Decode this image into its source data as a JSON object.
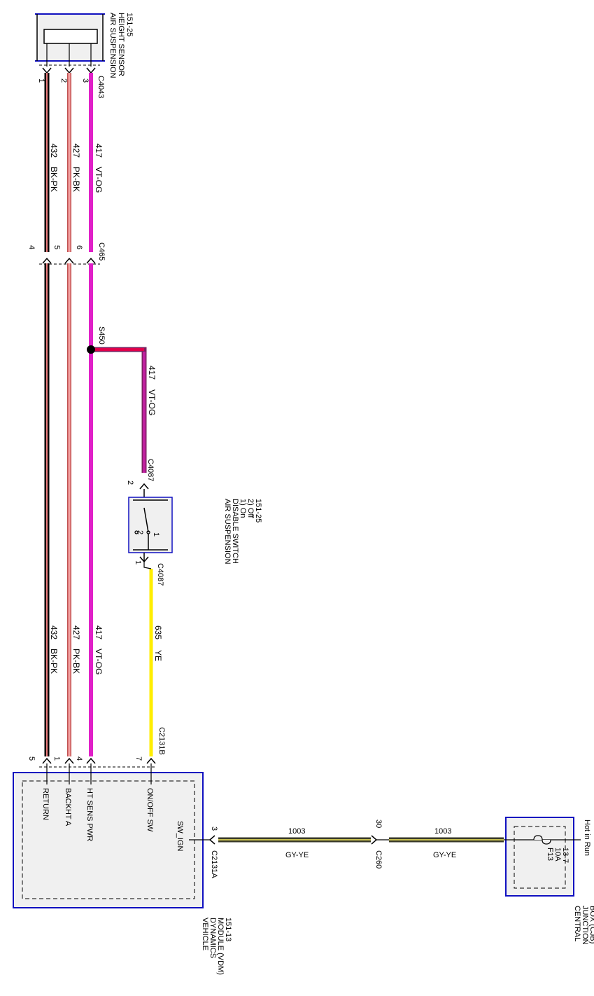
{
  "colors": {
    "vt_og": "#e020c8",
    "pk_bk": "#f08080",
    "bk_pk": "#000000",
    "ye": "#ffee00",
    "gy_ye": "#4a4a3a",
    "s450_red": "#e0004a",
    "module_border": "#1010c0",
    "module_fill": "#f0f0f0"
  },
  "sensor": {
    "title": [
      "AIR SUSPENSION",
      "HEIGHT SENSOR",
      "151-25"
    ],
    "connector": "C4043",
    "pins": [
      "1",
      "2",
      "3"
    ]
  },
  "wires_top": [
    {
      "circuit": "432",
      "color": "BK-PK"
    },
    {
      "circuit": "427",
      "color": "PK-BK"
    },
    {
      "circuit": "417",
      "color": "VT-OG"
    }
  ],
  "c465": {
    "label": "C465",
    "pins": [
      "4",
      "5",
      "6"
    ]
  },
  "splice": {
    "label": "S450",
    "circuit": "417",
    "color": "VT-OG"
  },
  "switch": {
    "top_connector": "C4087",
    "top_pin": "2",
    "title": [
      "AIR SUSPENSION",
      "DISABLE SWITCH",
      "1) On",
      "2) Off",
      "151-25"
    ],
    "inner_pin1": "1",
    "inner_pin2": "2",
    "bottom_connector": "C4087",
    "bottom_pin": "1"
  },
  "wires_bottom": [
    {
      "circuit": "432",
      "color": "BK-PK"
    },
    {
      "circuit": "427",
      "color": "PK-BK"
    },
    {
      "circuit": "417",
      "color": "VT-OG"
    },
    {
      "circuit": "635",
      "color": "YE"
    }
  ],
  "vdm": {
    "connector": "C2131B",
    "pins": [
      "5",
      "1",
      "4",
      "7"
    ],
    "pin_labels": [
      "RETURN",
      "BACKHT A",
      "HT SENS PWR",
      "ON/OFF SW"
    ],
    "sw_ign": "SW_IGN",
    "right_pin": "3",
    "right_connector": "C2131A",
    "title": [
      "VEHICLE",
      "DYNAMICS",
      "MODULE (VDM)",
      "151-13"
    ]
  },
  "ign_wire": {
    "circuit_left": "1003",
    "color_left": "GY-YE",
    "c260_pin": "30",
    "c260_label": "C260",
    "circuit_right": "1003",
    "color_right": "GY-YE"
  },
  "cjb": {
    "hot": "Hot in Run",
    "fuse": "F13",
    "amps": "10A",
    "ref": "13-7",
    "title": [
      "CENTRAL",
      "JUNCTION",
      "BOX (CJB)",
      "11-3"
    ]
  }
}
